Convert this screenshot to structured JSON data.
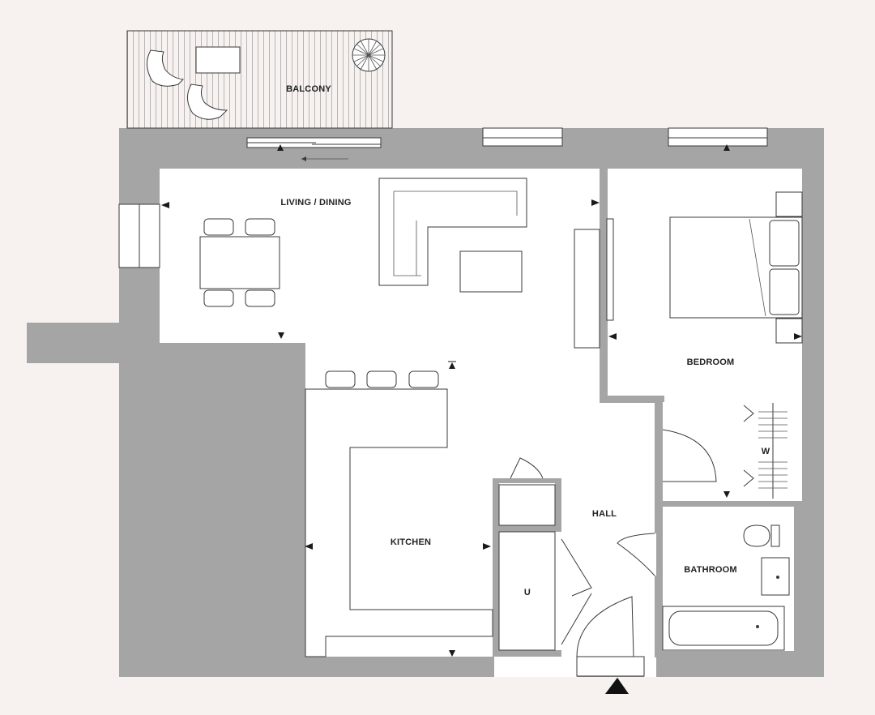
{
  "colors": {
    "background": "#f7f2ef",
    "wall": "#a5a5a5",
    "floor": "#ffffff",
    "line": "#3a3a3a",
    "marker": "#1a1a1a"
  },
  "rooms": {
    "balcony": "BALCONY",
    "living_dining": "LIVING / DINING",
    "bedroom": "BEDROOM",
    "kitchen": "KITCHEN",
    "hall": "HALL",
    "bathroom": "BATHROOM",
    "utility": "U",
    "wardrobe": "W"
  },
  "icons": {
    "entrance": "triangle-up-icon",
    "dimension_marker": "small-triangle-icon",
    "sliding_door": "arrow-left-icon"
  }
}
